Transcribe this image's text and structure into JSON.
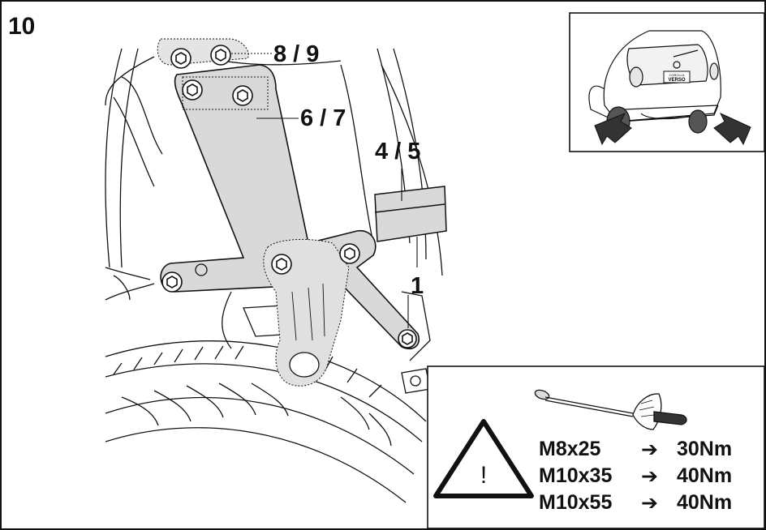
{
  "step_number": "10",
  "callouts": {
    "bolts_top": "8 / 9",
    "plate": "6 / 7",
    "crossbar": "4 / 5",
    "bracket": "1"
  },
  "inset_car": {
    "badge_small": "COROLLA",
    "badge_model": "VERSO"
  },
  "torque_table": {
    "warning_symbol": "!",
    "rows": [
      {
        "bolt": "M8x25",
        "arrow": "➔",
        "torque": "30Nm"
      },
      {
        "bolt": "M10x35",
        "arrow": "➔",
        "torque": "40Nm"
      },
      {
        "bolt": "M10x55",
        "arrow": "➔",
        "torque": "40Nm"
      }
    ]
  },
  "colors": {
    "line": "#111111",
    "part_fill": "#d9d9d9",
    "arrow_fill": "#333333"
  }
}
